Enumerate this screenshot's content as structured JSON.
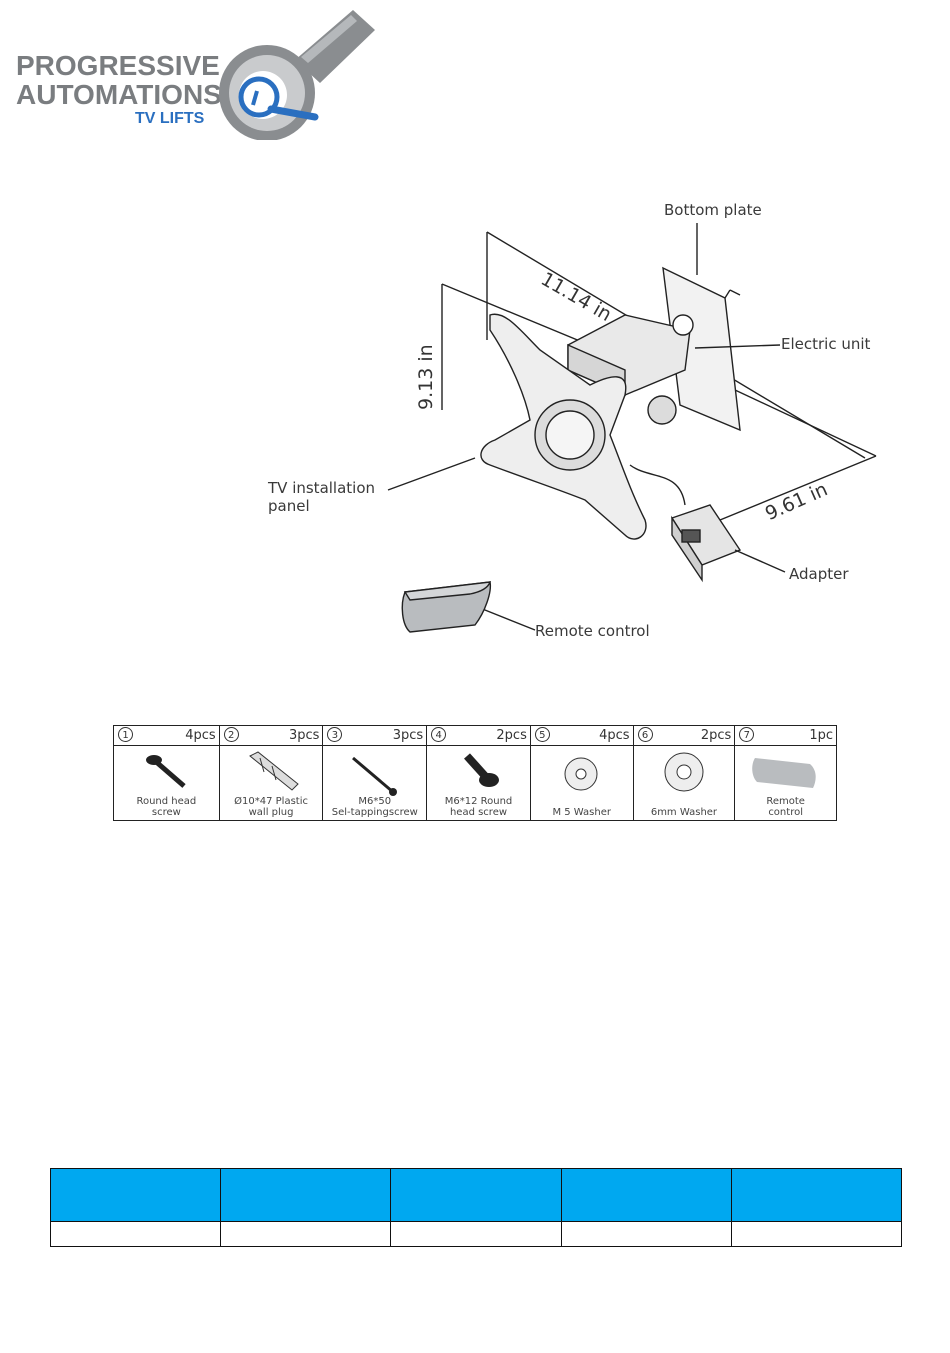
{
  "logo": {
    "line1": "PROGRESSIVE",
    "line2": "AUTOMATIONS",
    "line3": "TV LIFTS",
    "colors": {
      "gray": "#7a7d80",
      "blue": "#2a6fc0"
    }
  },
  "diagram": {
    "labels": {
      "bottom_plate": "Bottom plate",
      "electric_unit": "Electric unit",
      "tv_panel_1": "TV installation",
      "tv_panel_2": "panel",
      "adapter": "Adapter",
      "remote": "Remote control"
    },
    "dims": {
      "width": "11.14 in",
      "height": "9.13 in",
      "depth": "9.61 in"
    }
  },
  "parts": [
    {
      "num": "1",
      "qty": "4pcs",
      "name": [
        "Round head",
        "screw"
      ],
      "icon": "screw-icon"
    },
    {
      "num": "2",
      "qty": "3pcs",
      "name": [
        "Ø10*47 Plastic",
        "wall plug"
      ],
      "icon": "wall-plug-icon"
    },
    {
      "num": "3",
      "qty": "3pcs",
      "name": [
        "M6*50",
        "Sel-tappingscrew"
      ],
      "icon": "tapping-screw-icon"
    },
    {
      "num": "4",
      "qty": "2pcs",
      "name": [
        "M6*12 Round",
        "head screw"
      ],
      "icon": "bolt-icon"
    },
    {
      "num": "5",
      "qty": "4pcs",
      "name": [
        "M 5 Washer"
      ],
      "icon": "washer-icon"
    },
    {
      "num": "6",
      "qty": "2pcs",
      "name": [
        "6mm Washer"
      ],
      "icon": "washer-icon"
    },
    {
      "num": "7",
      "qty": "1pc",
      "name": [
        "Remote",
        "control"
      ],
      "icon": "remote-icon"
    }
  ],
  "spec_table": {
    "header_color": "#00a8f0",
    "headers": [
      "",
      "",
      "",
      "",
      ""
    ],
    "row": [
      "",
      "",
      "",
      "",
      ""
    ]
  }
}
